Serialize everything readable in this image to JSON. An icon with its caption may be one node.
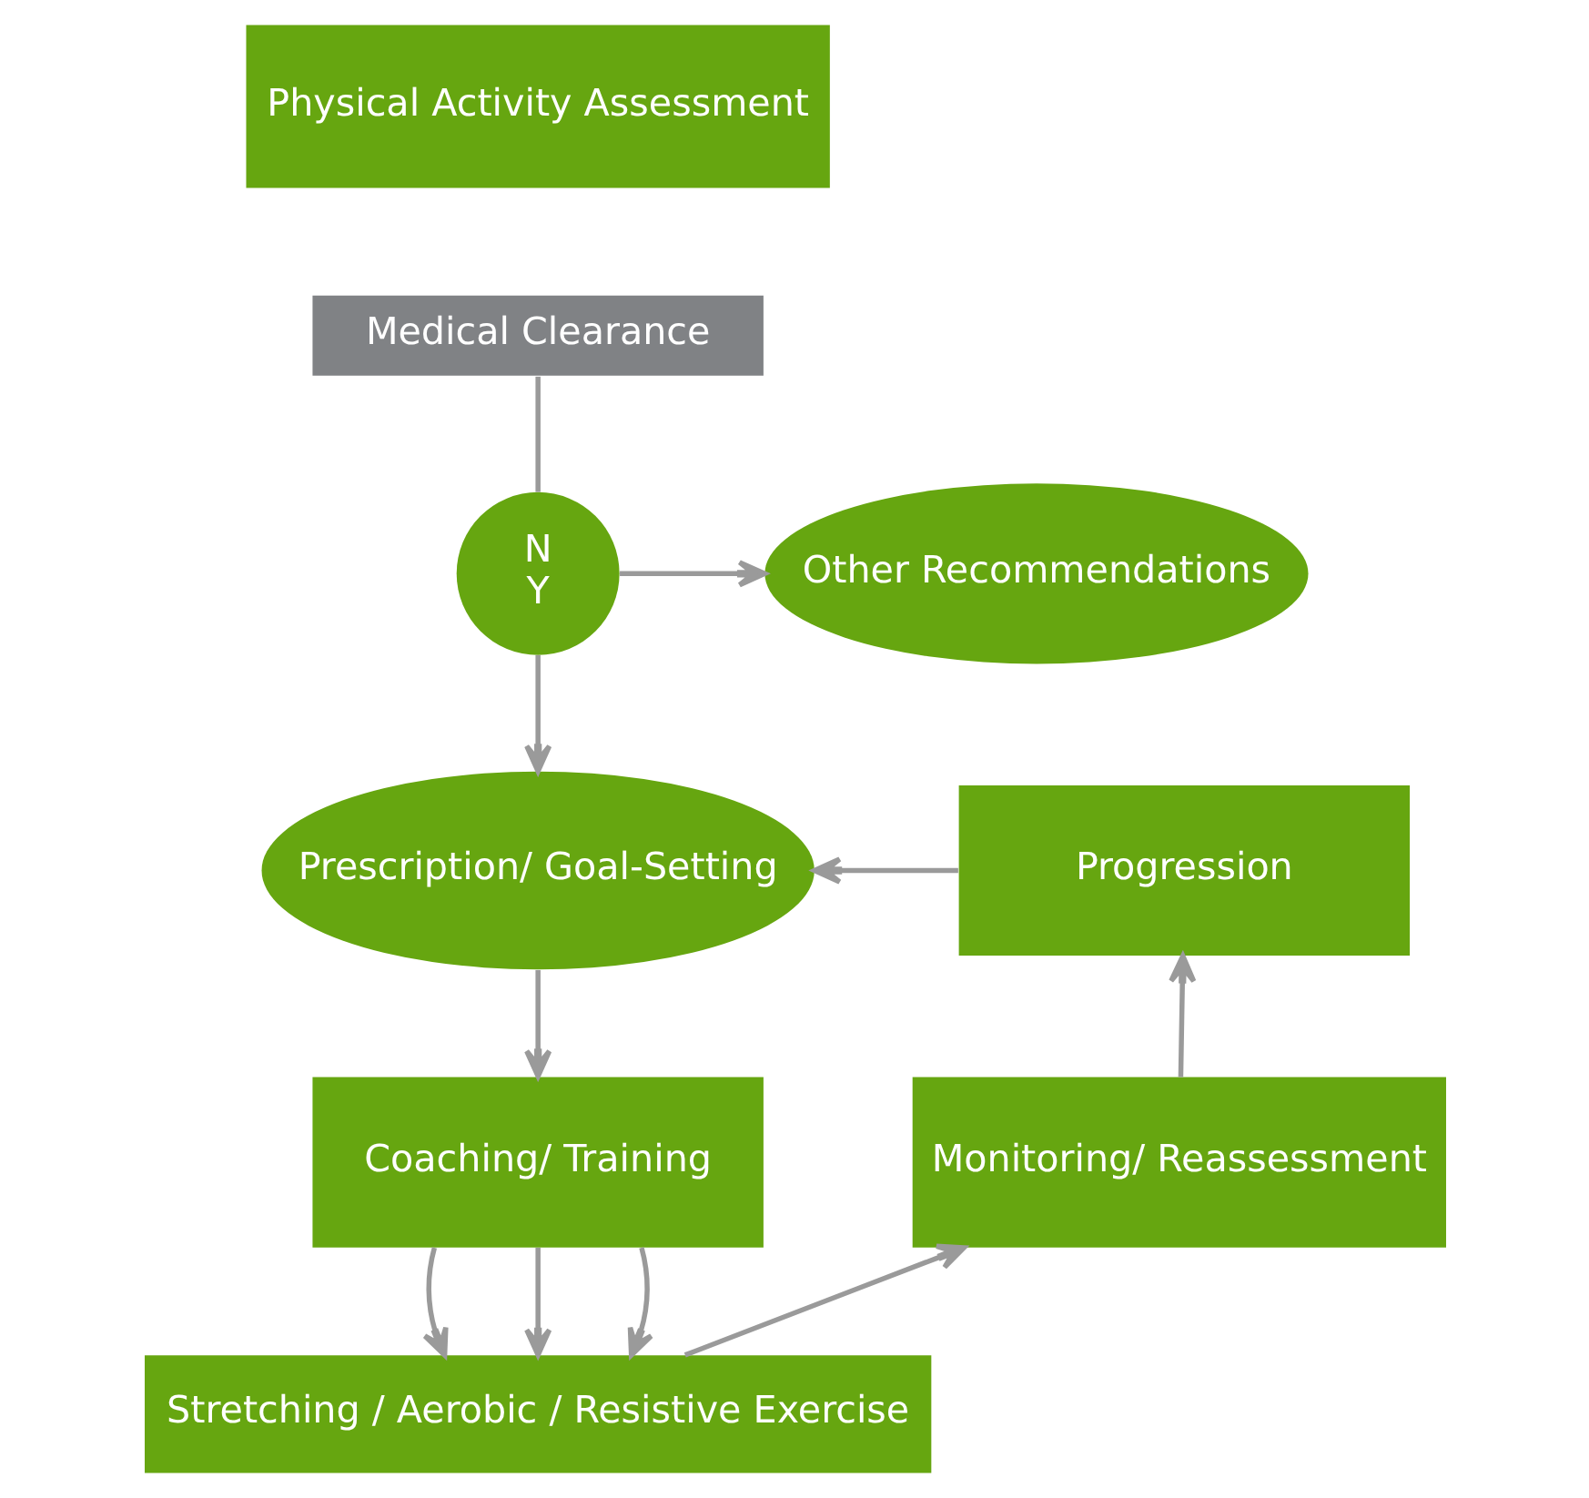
{
  "diagram": {
    "nodes": [
      {
        "text": [
          "Physical Activity Assessment"
        ]
      },
      {
        "text": [
          "Medical Clearance"
        ]
      },
      {
        "text": [
          "N",
          "Y"
        ]
      },
      {
        "text": [
          "Other Recommendations"
        ]
      },
      {
        "text": [
          "Prescription/ Goal-Setting"
        ]
      },
      {
        "text": [
          "Progression"
        ]
      },
      {
        "text": [
          "Coaching/ Training"
        ]
      },
      {
        "text": [
          "Stretching / Aerobic / Resistive Exercise"
        ]
      },
      {
        "text": [
          "Monitoring/ Reassessment"
        ]
      }
    ],
    "edges": [
      {
        "from": 1,
        "to": 2,
        "arrow": "none"
      },
      {
        "from": 2,
        "to": 3,
        "arrow": "to"
      },
      {
        "from": 2,
        "to": 4,
        "arrow": "to"
      },
      {
        "from": 5,
        "to": 4,
        "arrow": "to"
      },
      {
        "from": 4,
        "to": 6,
        "arrow": "to"
      },
      {
        "from": 6,
        "to": 7,
        "arrow": "to"
      },
      {
        "from": 6,
        "to": 7,
        "arrow": "to"
      },
      {
        "from": 6,
        "to": 7,
        "arrow": "to"
      },
      {
        "from": 7,
        "to": 8,
        "arrow": "to"
      },
      {
        "from": 8,
        "to": 5,
        "arrow": "to"
      }
    ]
  }
}
